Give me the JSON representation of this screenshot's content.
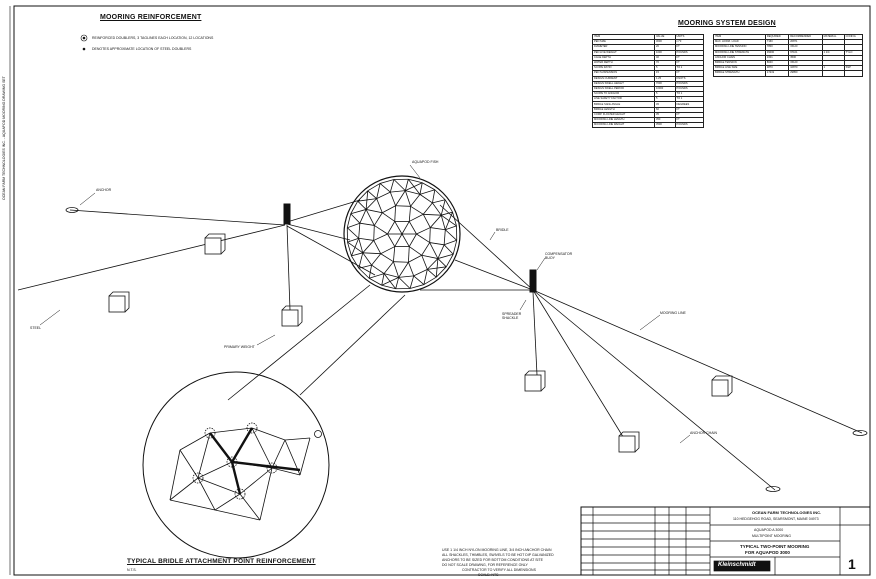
{
  "headings": {
    "left": "MOORING REINFORCEMENT",
    "right": "MOORING SYSTEM DESIGN",
    "detail": "TYPICAL BRIDLE ATTACHMENT POINT REINFORCEMENT",
    "detail_scale": "N.T.S."
  },
  "legend": {
    "item1": "REINFORCED DOUBLERS, 3 TAGLINES EACH LOCATION, 12 LOCATIONS",
    "item2": "DENOTES APPROXIMATE LOCATION OF STEEL DOUBLERS"
  },
  "callouts": {
    "aquapod": "AQUAPOD FISH",
    "anchor_left": "ANCHOR",
    "bridle": "BRIDLE",
    "steel_left": "STEEL",
    "primary_weight": "PRIMARY WEIGHT",
    "compensator_buoy": "COMPENSATOR BUOY",
    "spreader_shackle": "SPREADER SHACKLE",
    "mooring_line": "MOORING LINE",
    "anchor_chain": "ANCHOR CHAIN"
  },
  "table_left": {
    "rows": [
      [
        "ITEM",
        "VALUE",
        "UNITS"
      ],
      [
        "PEN SIZE",
        "3000",
        "m^3"
      ],
      [
        "DIAMETER",
        "20",
        "FT"
      ],
      [
        "PEN LIVE WEIGHT",
        "1000",
        "POUNDS"
      ],
      [
        "CAGE DEPTH",
        "40",
        "FT"
      ],
      [
        "WATER DEPTH",
        "70",
        "FT"
      ],
      [
        "SCOPE RATIO",
        "5",
        "TO 1"
      ],
      [
        "PEN SUSPENSION",
        "15",
        "FT"
      ],
      [
        "DESIGN CURRENT",
        "1.25",
        "KNOTS"
      ],
      [
        "DESIGN SWELL HEIGHT",
        "7000",
        "POUNDS"
      ],
      [
        "DESIGN SWELL PERIOD",
        "10000",
        "POUNDS"
      ],
      [
        "SCOPE TO ANCHOR",
        "5",
        "TO 1"
      ],
      [
        "LINE SAFETY FACTOR",
        "5",
        "TO 1"
      ],
      [
        "BRIDLE SAFE ANGLE",
        "45",
        "DEGREES"
      ],
      [
        "BRIDLE LENGTH",
        "60",
        "FT"
      ],
      [
        "COMP. FLOATER HEIGHT",
        "35",
        "FT"
      ],
      [
        "MOORING LINE LENGTH",
        "350",
        "FT"
      ],
      [
        "MOORING LINE WEIGHT",
        "3500",
        "POUNDS"
      ]
    ]
  },
  "table_right": {
    "rows": [
      [
        "ITEM",
        "REQUIRED",
        "RECOMMENDED",
        "MATERIAL",
        "CONFIG"
      ],
      [
        "MAX. HORIZ. LOAD",
        "7160",
        "20871",
        "",
        ""
      ],
      [
        "MOORING LINE TENSION",
        "7800",
        "15120",
        "",
        ""
      ],
      [
        "MOORING LINE STRENGTH",
        "39000",
        "97101",
        "1 1/4",
        "TYLO"
      ],
      [
        "ANCHOR CHAIN",
        "1601",
        "3500",
        "",
        ""
      ],
      [
        "BRIDLE TENSION",
        "8640",
        "15120",
        "",
        ""
      ],
      [
        "BRIDLE LINE SIZE",
        "3870",
        "10870",
        "1",
        "SSP"
      ],
      [
        "BRIDLE STRENGTH",
        "17219",
        "29850",
        "",
        ""
      ]
    ]
  },
  "notes": {
    "line1": "USE 1 1/4 INCH NYLON MOORING LINE, 3/4 INCH ANCHOR CHAIN",
    "line2": "ALL SHACKLES, THIMBLES, SWIVELS TO BE HOT DIP GALVANIZED",
    "line3": "ANCHORS TO BE SIZED FOR BOTTOM CONDITIONS AT SITE",
    "line4": "DO NOT SCALE DRAWING, FOR REFERENCE ONLY",
    "line5": "CONTRACTOR TO VERIFY ALL DIMENSIONS",
    "line6": "SCALE: NTS"
  },
  "title_block": {
    "company": "OCEAN FARM TECHNOLOGIES INC.",
    "address": "110 HEDGEHOG ROAD, SEARSMONT, MAINE 04973",
    "project1": "AQUAPOD A 3000",
    "project2": "MULTIPOINT MOORING",
    "title1": "TYPICAL TWO-POINT MOORING",
    "title2": "FOR AQUAPOD 3000",
    "brand": "Kleinschmidt",
    "sheet": "1"
  },
  "side_text": "OCEAN FARM TECHNOLOGIES INC. - AQUAPOD MOORING DRAWING SET"
}
